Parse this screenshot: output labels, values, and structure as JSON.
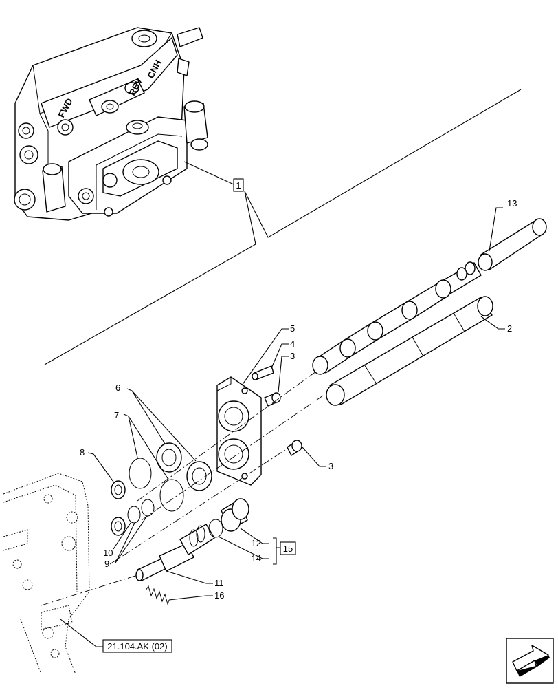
{
  "callouts": {
    "c1": "1",
    "c2": "2",
    "c3a": "3",
    "c3b": "3",
    "c4": "4",
    "c5": "5",
    "c6": "6",
    "c7": "7",
    "c8": "8",
    "c9": "9",
    "c10": "10",
    "c11": "11",
    "c12": "12",
    "c13": "13",
    "c14": "14",
    "c15": "15",
    "c16": "16"
  },
  "reference": "21.104.AK (02)",
  "valve_markings": {
    "m1": "FWD",
    "m2": "REV",
    "m3": "CNH"
  },
  "nav_icon": "next-page-arrow-icon"
}
